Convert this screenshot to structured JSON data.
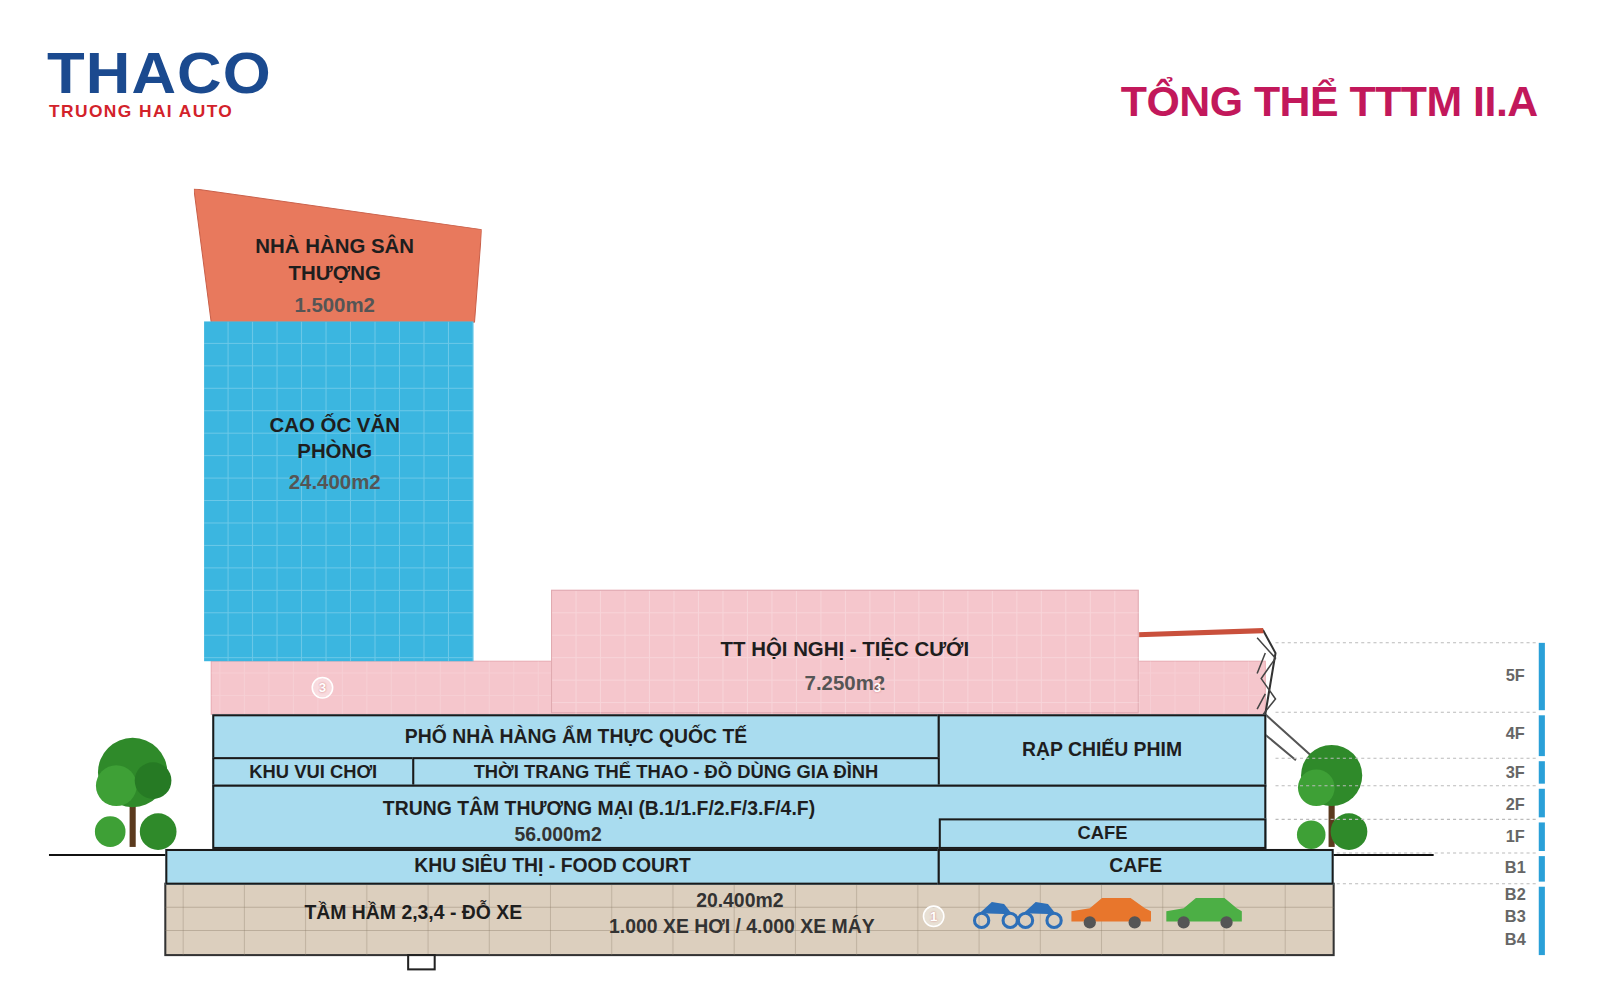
{
  "diagram": {
    "title": "TỔNG THỂ TTTM II.A",
    "nodes": [
      {
        "text": [
          "NHÀ HÀNG SÂN THƯỢNG",
          "1.500m2"
        ]
      },
      {
        "text": [
          "CAO ỐC VĂN PHÒNG",
          "24.400m2"
        ]
      },
      {
        "text": [
          "TT HỘI NGHỊ - TIỆC CƯỚI",
          "7.250m2"
        ]
      },
      {
        "text": [
          "PHỐ NHÀ HÀNG ẨM THỰC QUỐC TẾ"
        ]
      },
      {
        "text": [
          "RẠP CHIẾU PHIM"
        ]
      },
      {
        "text": [
          "KHU VUI CHƠI"
        ]
      },
      {
        "text": [
          "THỜI TRANG THỂ THAO - ĐỒ DÙNG GIA ĐÌNH"
        ]
      },
      {
        "text": [
          "TRUNG TÂM THƯƠNG MẠI (B.1/1.F/2.F/3.F/4.F)",
          "56.000m2"
        ]
      },
      {
        "text": [
          "CAFE"
        ],
        "in": 7
      },
      {
        "text": [
          "KHU SIÊU THỊ - FOOD COURT"
        ]
      },
      {
        "text": [
          "CAFE"
        ]
      },
      {
        "text": [
          "TẦM HẦM 2,3,4 - ĐỖ XE",
          "20.400m2",
          "1.000 XE HƠI / 4.000 XE MÁY"
        ]
      }
    ],
    "labels": [
      "THACO",
      "TRUONG HAI AUTO",
      "3",
      "3",
      "1",
      "5F",
      "4F",
      "3F",
      "2F",
      "1F",
      "B1",
      "B2",
      "B3",
      "B4"
    ]
  }
}
